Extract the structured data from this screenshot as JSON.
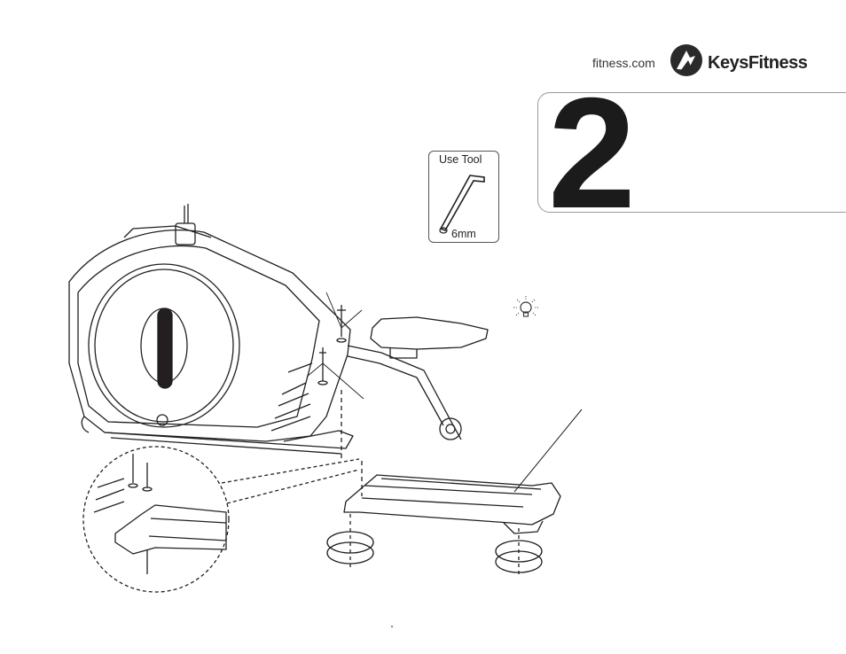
{
  "header": {
    "site_url": "fitness.com",
    "brand_name_part1": "Keys",
    "brand_name_part2": "Fitness",
    "logo_icon": "keysfitness-logo-icon"
  },
  "step": {
    "number": "2"
  },
  "tool": {
    "label": "Use Tool",
    "size": "6mm",
    "icon": "hex-key-icon"
  },
  "tip": {
    "icon": "lightbulb-icon"
  },
  "colors": {
    "ink": "#231f20",
    "frame": "#9a9a9a"
  }
}
